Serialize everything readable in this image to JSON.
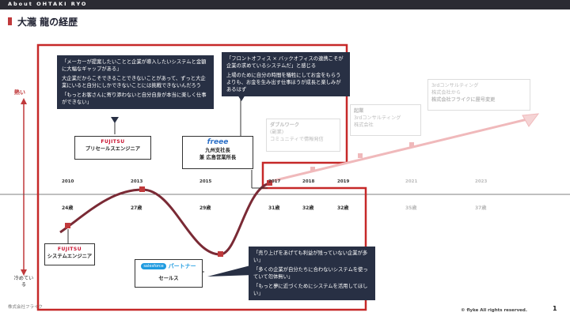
{
  "header": {
    "brand": "About OHTAKI RYO"
  },
  "title": "大瀧 龍の経歴",
  "axis": {
    "top": "熱い",
    "bottom": "冷めている"
  },
  "years": [
    "2010",
    "2013",
    "2015",
    "2017",
    "2018",
    "2019",
    "2021",
    "2023"
  ],
  "ages": [
    "24歳",
    "27歳",
    "29歳",
    "31歳",
    "32歳",
    "32歳",
    "35歳",
    "37歳"
  ],
  "notes": {
    "note1": [
      "「メーカーが提案したいことと企業が導入したいシステムと金額に大幅なギャップがある」",
      "大企業だからこそできることできないことがあって、ずっと大企業にいると自分にしかできないことには挑戦できないんだろう",
      "「もっとお客さんに寄り添わないと自分自身が本当に楽しく仕事ができない」"
    ],
    "note2": [
      "「フロントオフィス × バックオフィスの連携こそが企業の求めているシステムだ」と感じる",
      "上場のために自分の時間を犠牲にしてお金をもらうよりも、お金を生み出す仕事ほうが成長と楽しみがあるはず"
    ],
    "note3": [
      "「売り上げをあげても利益が残っていない企業が多い」",
      "「多くの企業が自分たちに合わないシステムを使っていて勿体無い」",
      "「もっと夢に近づくためにシステムを活用してほしい」"
    ]
  },
  "cards": {
    "presales": {
      "logo": "FUJITSU",
      "label": "プリセールスエンジニア"
    },
    "freee": {
      "logo": "freee",
      "line1": "九州支社長",
      "line2": "兼 広島営業所長"
    },
    "se": {
      "logo": "FUJITSU",
      "label": "システムエンジニア"
    },
    "sales": {
      "logo": "salesforce",
      "partner": "パートナー",
      "label": "セールス"
    },
    "doublework": {
      "line1": "ダブルワーク",
      "line2": "(副業)",
      "sub": "コミュニティで情報発信"
    },
    "kigyo": {
      "line1": "起業",
      "line2": "3rdコンサルティング",
      "line3": "株式会社"
    },
    "rename": {
      "line1": "3rdコンサルティング",
      "line2": "株式会社から",
      "line3": "株式会社フライクに屋号変更"
    }
  },
  "footer": {
    "company": "株式会社フライク",
    "copyright": "© flyke All rights reserved.",
    "page": "1"
  },
  "colors": {
    "accent": "#c0393b",
    "navy": "#283044",
    "curve": "#7a2a35"
  }
}
